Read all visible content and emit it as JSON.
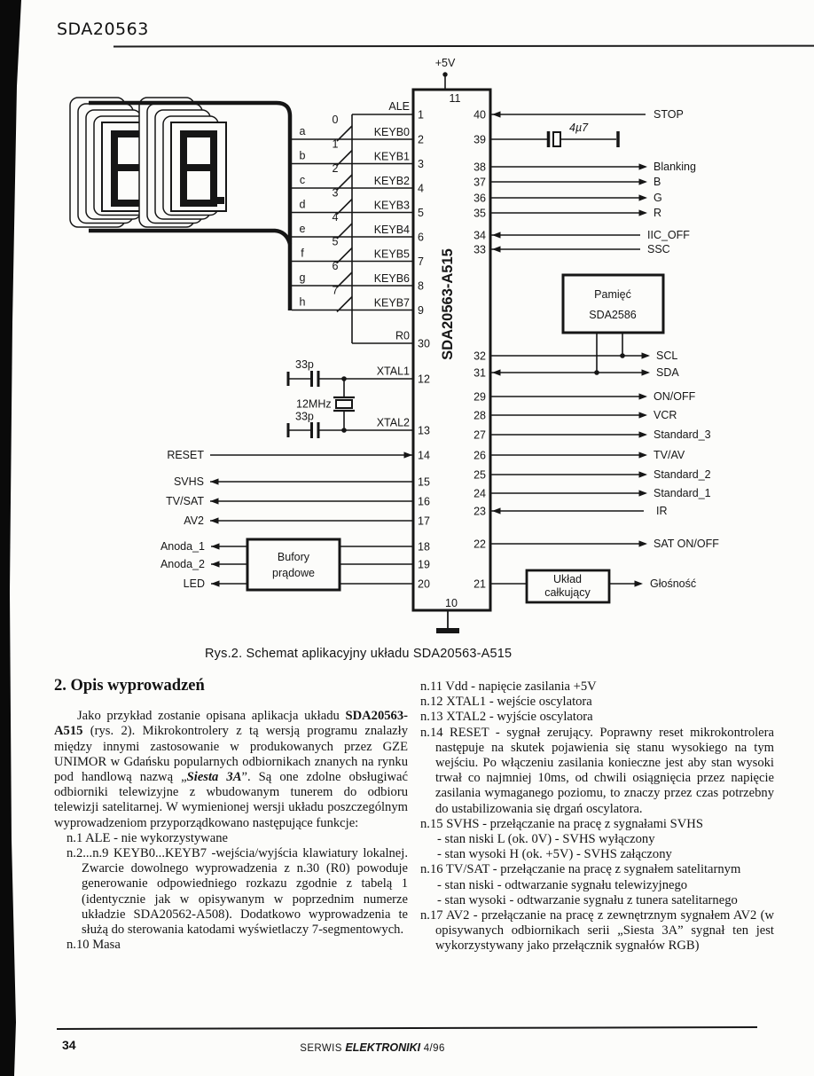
{
  "page": {
    "header_title": "SDA20563",
    "footer": {
      "page_number": "34",
      "journal_prefix": "SERWIS",
      "journal_name": "ELEKTRONIKI",
      "issue": "4/96"
    }
  },
  "figure": {
    "caption": "Rys.2. Schemat aplikacyjny układu SDA20563-A515",
    "schematic": {
      "ic_name": "SDA20563-A515",
      "supply_label": "+5V",
      "top_pin": "11",
      "bottom_pin": "10",
      "display_digits": [
        "8.",
        "8."
      ],
      "keyboard": {
        "ale": {
          "num": "1",
          "label": "ALE"
        },
        "rows": [
          {
            "seg": "a",
            "sw": "0",
            "num": "2",
            "label": "KEYB0"
          },
          {
            "seg": "b",
            "sw": "1",
            "num": "3",
            "label": "KEYB1"
          },
          {
            "seg": "c",
            "sw": "2",
            "num": "4",
            "label": "KEYB2"
          },
          {
            "seg": "d",
            "sw": "3",
            "num": "5",
            "label": "KEYB3"
          },
          {
            "seg": "e",
            "sw": "4",
            "num": "6",
            "label": "KEYB4"
          },
          {
            "seg": "f",
            "sw": "5",
            "num": "7",
            "label": "KEYB5"
          },
          {
            "seg": "g",
            "sw": "6",
            "num": "8",
            "label": "KEYB6"
          },
          {
            "seg": "h",
            "sw": "7",
            "num": "9",
            "label": "KEYB7"
          }
        ],
        "r0": {
          "num": "30",
          "label": "R0"
        }
      },
      "osc": {
        "cap1": "33p",
        "cap2": "33p",
        "crystal": "12MHz",
        "xtal1": {
          "num": "12",
          "label": "XTAL1"
        },
        "xtal2": {
          "num": "13",
          "label": "XTAL2"
        }
      },
      "left_signals": [
        {
          "num": "14",
          "label": "RESET",
          "dir": "in"
        },
        {
          "num": "15",
          "label": "SVHS",
          "dir": "out"
        },
        {
          "num": "16",
          "label": "TV/SAT",
          "dir": "out"
        },
        {
          "num": "17",
          "label": "AV2",
          "dir": "out"
        }
      ],
      "buffer_box": {
        "line1": "Bufory",
        "line2": "prądowe",
        "outputs": [
          {
            "num": "18",
            "label": "Anoda_1"
          },
          {
            "num": "19",
            "label": "Anoda_2"
          },
          {
            "num": "20",
            "label": "LED"
          }
        ]
      },
      "right_signals": [
        {
          "num": "40",
          "label": "STOP"
        },
        {
          "num": "39",
          "label": "4µ7",
          "cap": true
        },
        {
          "num": "38",
          "label": "Blanking"
        },
        {
          "num": "37",
          "label": "B"
        },
        {
          "num": "36",
          "label": "G"
        },
        {
          "num": "35",
          "label": "R"
        },
        {
          "num": "34",
          "label": "IIC_OFF"
        },
        {
          "num": "33",
          "label": "SSC"
        },
        {
          "num": "32",
          "label": "SCL"
        },
        {
          "num": "31",
          "label": "SDA"
        },
        {
          "num": "29",
          "label": "ON/OFF"
        },
        {
          "num": "28",
          "label": "VCR"
        },
        {
          "num": "27",
          "label": "Standard_3"
        },
        {
          "num": "26",
          "label": "TV/AV"
        },
        {
          "num": "25",
          "label": "Standard_2"
        },
        {
          "num": "24",
          "label": "Standard_1"
        },
        {
          "num": "23",
          "label": "IR"
        },
        {
          "num": "22",
          "label": "SAT ON/OFF"
        }
      ],
      "memory_box": {
        "line1": "Pamięć",
        "line2": "SDA2586"
      },
      "integrator_box": {
        "num": "21",
        "line1": "Układ",
        "line2": "całkujący",
        "output_label": "Głośność"
      }
    }
  },
  "article": {
    "section_title": "2. Opis wyprowadzeń",
    "intro": {
      "t1": "Jako przykład zostanie opisana aplikacja układu ",
      "b1": "SDA20563-A515",
      "t2": " (rys. 2). Mikrokontrolery z tą wersją programu znalazły między innymi zastosowanie w produkowanych przez GZE UNIMOR w Gdańsku popularnych odbiornikach znanych na rynku pod handlową nazwą „",
      "b2": "Siesta 3A",
      "t3": "”. Są one zdolne obsługiwać odbiorniki telewizyjne z wbudowanym tunerem do odbioru telewizji satelitarnej. W wymienionej wersji układu poszczególnym wyprowadzeniom przyporządkowano następujące funkcje:"
    },
    "items_left": [
      {
        "text": "n.1 ALE - nie wykorzystywane"
      },
      {
        "text": "n.2...n.9 KEYB0...KEYB7 -wejścia/wyjścia klawiatury lokalnej. Zwarcie dowolnego wyprowadzenia z n.30 (R0) powoduje generowanie odpowiedniego rozkazu zgodnie z tabelą 1 (identycznie jak w opisywanym w poprzednim numerze układzie SDA20562-A508). Dodatkowo wyprowadzenia te służą do sterowania katodami wyświetlaczy 7-segmentowych."
      },
      {
        "text": "n.10 Masa"
      }
    ],
    "items_right": [
      {
        "text": "n.11 Vdd - napięcie zasilania +5V"
      },
      {
        "text": "n.12 XTAL1 - wejście oscylatora"
      },
      {
        "text": "n.13 XTAL2 - wyjście oscylatora"
      },
      {
        "text": "n.14 RESET - sygnał zerujący. Poprawny reset mikrokontrolera następuje na skutek pojawienia się stanu wysokiego na tym wejściu. Po włączeniu zasilania konieczne jest aby stan wysoki trwał co najmniej 10ms, od chwili osiągnięcia przez napięcie zasilania wymaganego poziomu, to znaczy przez czas potrzebny do ustabilizowania się drgań oscylatora."
      },
      {
        "text": "n.15 SVHS - przełączanie na pracę z sygnałami SVHS",
        "subs": [
          "- stan niski L (ok. 0V) - SVHS wyłączony",
          "- stan wysoki H (ok. +5V) - SVHS załączony"
        ]
      },
      {
        "text": "n.16 TV/SAT - przełączanie na pracę z sygnałem satelitarnym",
        "subs": [
          "- stan niski - odtwarzanie sygnału telewizyjnego",
          "- stan wysoki - odtwarzanie sygnału z tunera satelitarnego"
        ]
      },
      {
        "text": "n.17 AV2 - przełączanie na pracę z zewnętrznym sygnałem AV2 (w opisywanych odbiornikach serii „Siesta 3A” sygnał ten jest wykorzystywany jako przełącznik sygnałów RGB)"
      }
    ]
  }
}
